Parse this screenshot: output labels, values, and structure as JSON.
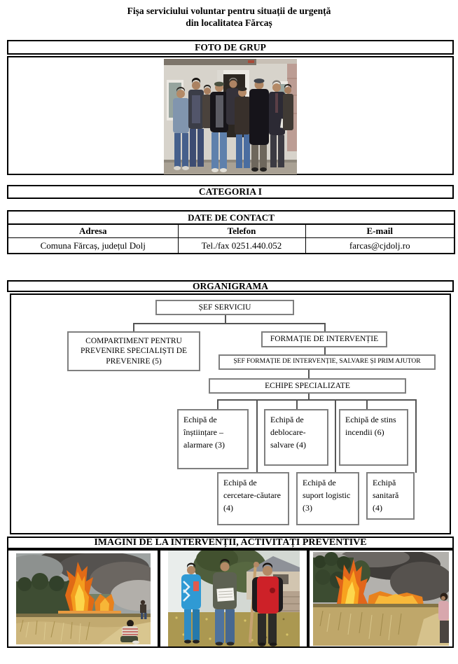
{
  "title": {
    "line1": "Fișa serviciului voluntar pentru situații de urgență",
    "line2": "din localitatea Fărcaș"
  },
  "foto": {
    "header": "FOTO DE GRUP"
  },
  "categoria": {
    "header": "CATEGORIA I"
  },
  "contact": {
    "header": "DATE DE CONTACT",
    "columns": [
      "Adresa",
      "Telefon",
      "E-mail"
    ],
    "values": [
      "Comuna Fărcaș, județul Dolj",
      "Tel./fax 0251.440.052",
      "farcas@cjdolj.ro"
    ]
  },
  "organigrama": {
    "header": "ORGANIGRAMA",
    "nodes": {
      "sef_serviciu": "ȘEF SERVICIU",
      "compartiment": "COMPARTIMENT PENTRU PREVENIRE SPECIALIȘTI DE PREVENIRE (5)",
      "formatie": "FORMAȚIE DE INTERVENȚIE",
      "sef_formatie": "ȘEF FORMAȚIE DE INTERVENȚIE, SALVARE ȘI PRIM AJUTOR",
      "echipe": "ECHIPE SPECIALIZATE",
      "echipa_instiintare": "Echipă de înștiințare – alarmare (3)",
      "echipa_deblocare": "Echipă de deblocare-salvare (4)",
      "echipa_stins": "Echipă de stins incendii (6)",
      "echipa_cercetare": "Echipă de cercetare-căutare (4)",
      "echipa_suport": "Echipă de suport logistic (3)",
      "echipa_sanitara": "Echipă sanitară (4)"
    }
  },
  "imagini": {
    "header": "IMAGINI DE LA INTERVENȚII, ACTIVITĂȚI PREVENTIVE"
  }
}
